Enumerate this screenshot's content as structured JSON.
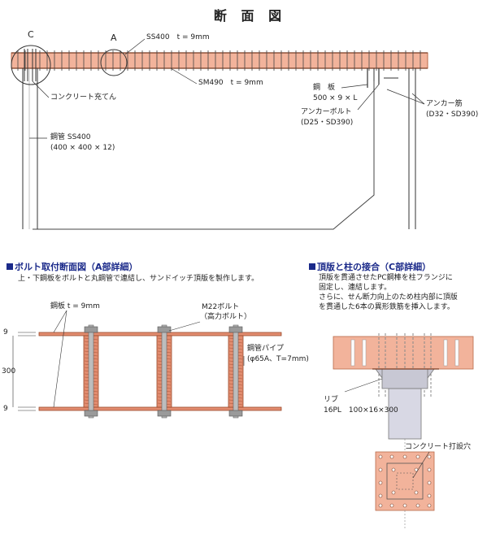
{
  "main": {
    "title": "断 面 図",
    "marker_c": "C",
    "marker_a": "A",
    "label_ss400": "SS400　t = 9mm",
    "label_sm490": "SM490　t = 9mm",
    "label_concrete_fill": "コンクリート充てん",
    "label_steel_pipe": "鋼管 SS400",
    "label_steel_pipe_size": "(400 × 400 × 12)",
    "label_steel_plate": "鋼　板",
    "label_steel_plate_size": "500 × 9 × L",
    "label_anchor_bolt": "アンカーボルト",
    "label_anchor_bolt_spec": "(D25・SD390)",
    "label_anchor_bar": "アンカー筋",
    "label_anchor_bar_spec": "(D32・SD390)"
  },
  "detail_a": {
    "heading": "ボルト取付断面図（A部詳細）",
    "description": "上・下鋼板をボルトと丸鋼管で連結し、サンドイッチ頂版を製作します。",
    "label_plate": "鋼板 t = 9mm",
    "label_bolt": "M22ボルト",
    "label_bolt_sub": "（高力ボルト）",
    "label_pipe": "鋼管パイプ",
    "label_pipe_spec": "(φ65A、T=7mm)",
    "dim_top": "9",
    "dim_mid": "300",
    "dim_bottom": "9"
  },
  "detail_c": {
    "heading": "頂版と柱の接合（C部詳細）",
    "description_lines": [
      "頂版を貫通させたPC鋼棒を柱フランジに",
      "固定し、連結します。",
      "さらに、せん断力向上のため柱内部に頂版",
      "を貫通した6本の異形鉄筋を挿入します。"
    ],
    "label_rib": "リブ",
    "label_rib_spec": "16PL　100×16×300",
    "label_concrete_hole": "コンクリート打設穴"
  },
  "colors": {
    "slab_fill": "#f2b39b",
    "slab_stroke": "#c0704f",
    "pipe_fill": "#e28c6f",
    "column_fill": "#d8d8e4",
    "heading_blue": "#1b2a8a",
    "bolt_gray": "#9a9a9a"
  }
}
